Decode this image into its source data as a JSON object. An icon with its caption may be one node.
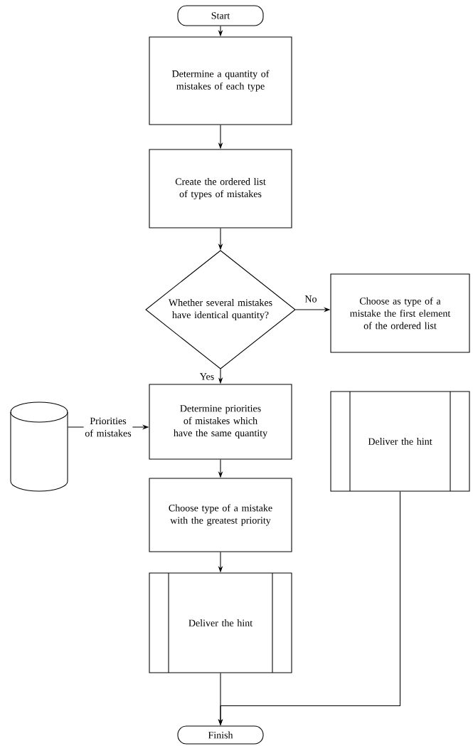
{
  "diagram": {
    "nodes": [
      {
        "text": [
          "Start"
        ]
      },
      {
        "text": [
          "Determine a quantity of mistakes of each type"
        ]
      },
      {
        "text": [
          "Create the ordered list of types of mistakes"
        ]
      },
      {
        "text": [
          "Whether several mistakes have identical quantity?"
        ]
      },
      {
        "text": [
          "Choose as type of a mistake the first element of the ordered list"
        ]
      },
      {
        "text": [
          "Deliver the hint"
        ]
      },
      {
        "text": [],
        "shape": "cylinder"
      },
      {
        "text": [
          "Determine priorities of mistakes which have the same quantity"
        ]
      },
      {
        "text": [
          "Choose type of a mistake with the greatest priority"
        ]
      },
      {
        "text": [
          "Deliver the hint"
        ]
      },
      {
        "text": [
          "Finish"
        ]
      }
    ],
    "edges": [
      {
        "from": 0,
        "to": 1,
        "arrow": "to"
      },
      {
        "from": 1,
        "to": 2,
        "arrow": "to"
      },
      {
        "from": 2,
        "to": 3,
        "arrow": "to"
      },
      {
        "from": 3,
        "to": 4,
        "arrow": "to",
        "label": "No"
      },
      {
        "from": 3,
        "to": 7,
        "arrow": "to",
        "label": "Yes"
      },
      {
        "from": 6,
        "to": 7,
        "arrow": "to",
        "label": "Priorities of mistakes"
      },
      {
        "from": 7,
        "to": 8,
        "arrow": "to"
      },
      {
        "from": 8,
        "to": 9,
        "arrow": "to"
      },
      {
        "from": 9,
        "to": 10,
        "arrow": "to"
      },
      {
        "from": 5,
        "to": 10,
        "arrow": "to"
      }
    ]
  }
}
